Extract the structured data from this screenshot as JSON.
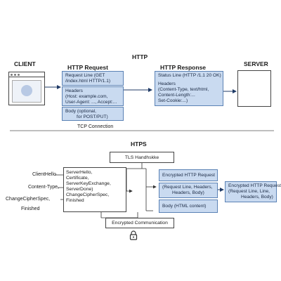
{
  "http": {
    "title": "HTTP",
    "client_label": "CLIENT",
    "server_label": "SERVER",
    "request": {
      "title": "HTTP Request",
      "line1": "Request Line (GET",
      "line2": "/index.html HTTP/1.1)",
      "headers1": "Headers",
      "headers2": "(Host: example.com,",
      "headers3": "User-Agent: ..., Accept:...",
      "body1": "Body (optional,",
      "body2": "for POST/PUT)"
    },
    "response": {
      "title": "HTTP Response",
      "status": "Status Line (HTTP /1.1 20 OK)",
      "h1": "Headers",
      "h2": "(Content-Type, text/html,",
      "h3": "Content-Length:...",
      "h4": "Set-Cookie:...)"
    },
    "tcp": "TCP Connection"
  },
  "https": {
    "title": "HTPS",
    "tls": "TLS Handhskke",
    "left_labels": {
      "client_hello": "ClientHello",
      "content_type": "Content-Type,",
      "change_cipher": "ChangeCipherSpec,",
      "finished": "Finished"
    },
    "server_lines": {
      "l1": "ServerHello,",
      "l2": "Certificate,",
      "l3": "ServerKeyExchange,",
      "l4": "ServerDone)",
      "l5": "ChangeCipherSpec, Finished"
    },
    "enc_request": {
      "title": "Encrypted HTTP Request",
      "mid1": "(Request Line, Headers,",
      "mid2": "Headers, Body)",
      "body": "Body (HTML content)"
    },
    "enc_response": {
      "line1": "Encrypted HTTP Request",
      "line2": "(Request Line, Line,",
      "line3": "Headers, Body)"
    },
    "enc_comm": "Encrypted Communication"
  },
  "icons": {
    "lock": "lock-icon",
    "browser": "browser-window-icon",
    "arrow": "arrow-icon"
  },
  "colors": {
    "box_fill": "#c9daf0",
    "box_border": "#5b82b5",
    "line": "#333333"
  }
}
